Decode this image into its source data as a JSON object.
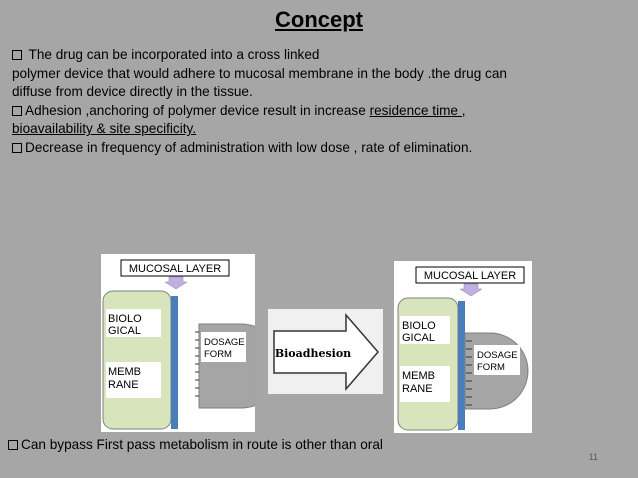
{
  "slide": {
    "title": "Concept",
    "bullets": [
      {
        "text": " The drug can be incorporated into a cross linked",
        "marker": true
      },
      {
        "text": " polymer device that would adhere to mucosal membrane in the body .the drug can",
        "marker": false
      },
      {
        "text": "diffuse from device directly in the tissue.",
        "marker": false
      },
      {
        "text_a": "Adhesion ,anchoring of polymer device result in increase ",
        "text_b": "residence time ,",
        "marker": true
      },
      {
        "text": "bioavailability & site specificity.",
        "marker": false,
        "underline": true
      },
      {
        "text": "Decrease in frequency of administration with low dose , rate of elimination.",
        "marker": true
      }
    ],
    "bottom_bullet": "Can bypass First pass metabolism in route is other than oral",
    "page_number": "11"
  },
  "figure_left": {
    "header": "MUCOSAL LAYER",
    "tissue_label_1": "BIOLO",
    "tissue_label_2": "GICAL",
    "tissue_label_3": "MEMB",
    "tissue_label_4": "RANE",
    "dosage_1": "DOSAGE",
    "dosage_2": "FORM"
  },
  "arrow_label": "Bioadhesion",
  "figure_right": {
    "header": "MUCOSAL LAYER",
    "tissue_label_1": "BIOLO",
    "tissue_label_2": "GICAL",
    "tissue_label_3": "MEMB",
    "tissue_label_4": "RANE",
    "dosage_1": "DOSAGE",
    "dosage_2": "FORM"
  },
  "colors": {
    "background": "#a6a6a6",
    "mucosa": "#4a7ebb",
    "tissue": "#d8e4bc",
    "dosage": "#a5a5a5"
  }
}
